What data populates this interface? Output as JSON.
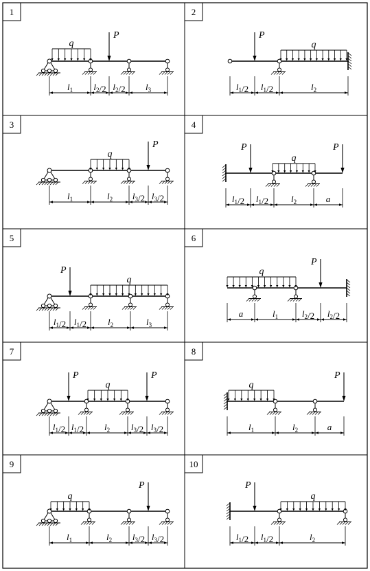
{
  "title": "",
  "cells": [
    {
      "number": "1",
      "load_q": "q",
      "load_P": "P",
      "dims": [
        {
          "parts": [
            {
              "t": "l",
              "i": true
            },
            {
              "t": "1",
              "sub": true
            }
          ]
        },
        {
          "parts": [
            {
              "t": "l",
              "i": true
            },
            {
              "t": "2",
              "sub": true
            },
            {
              "t": "/2"
            }
          ]
        },
        {
          "parts": [
            {
              "t": "l",
              "i": true
            },
            {
              "t": "2",
              "sub": true
            },
            {
              "t": "/2"
            }
          ]
        },
        {
          "parts": [
            {
              "t": "l",
              "i": true
            },
            {
              "t": "3",
              "sub": true
            }
          ]
        }
      ]
    },
    {
      "number": "2",
      "load_q": "q",
      "load_P": "P",
      "dims": [
        {
          "parts": [
            {
              "t": "l",
              "i": true
            },
            {
              "t": "1",
              "sub": true
            },
            {
              "t": "/2"
            }
          ]
        },
        {
          "parts": [
            {
              "t": "l",
              "i": true
            },
            {
              "t": "1",
              "sub": true
            },
            {
              "t": "/2"
            }
          ]
        },
        {
          "parts": [
            {
              "t": "l",
              "i": true
            },
            {
              "t": "2",
              "sub": true
            }
          ]
        }
      ]
    },
    {
      "number": "3",
      "load_q": "q",
      "load_P": "P",
      "dims": [
        {
          "parts": [
            {
              "t": "l",
              "i": true
            },
            {
              "t": "1",
              "sub": true
            }
          ]
        },
        {
          "parts": [
            {
              "t": "l",
              "i": true
            },
            {
              "t": "2",
              "sub": true
            }
          ]
        },
        {
          "parts": [
            {
              "t": "l",
              "i": true
            },
            {
              "t": "3",
              "sub": true
            },
            {
              "t": "/2"
            }
          ]
        },
        {
          "parts": [
            {
              "t": "l",
              "i": true
            },
            {
              "t": "3",
              "sub": true
            },
            {
              "t": "/2"
            }
          ]
        }
      ]
    },
    {
      "number": "4",
      "load_q": "q",
      "load_P": "P",
      "dims": [
        {
          "parts": [
            {
              "t": "l",
              "i": true
            },
            {
              "t": "1",
              "sub": true
            },
            {
              "t": "/2"
            }
          ]
        },
        {
          "parts": [
            {
              "t": "l",
              "i": true
            },
            {
              "t": "1",
              "sub": true
            },
            {
              "t": "/2"
            }
          ]
        },
        {
          "parts": [
            {
              "t": "l",
              "i": true
            },
            {
              "t": "2",
              "sub": true
            }
          ]
        },
        {
          "parts": [
            {
              "t": "a",
              "i": true
            }
          ]
        }
      ]
    },
    {
      "number": "5",
      "load_q": "q",
      "load_P": "P",
      "dims": [
        {
          "parts": [
            {
              "t": "l",
              "i": true
            },
            {
              "t": "1",
              "sub": true
            },
            {
              "t": "/2"
            }
          ]
        },
        {
          "parts": [
            {
              "t": "l",
              "i": true
            },
            {
              "t": "1",
              "sub": true
            },
            {
              "t": "/2"
            }
          ]
        },
        {
          "parts": [
            {
              "t": "l",
              "i": true
            },
            {
              "t": "2",
              "sub": true
            }
          ]
        },
        {
          "parts": [
            {
              "t": "l",
              "i": true
            },
            {
              "t": "3",
              "sub": true
            }
          ]
        }
      ]
    },
    {
      "number": "6",
      "load_q": "q",
      "load_P": "P",
      "dims": [
        {
          "parts": [
            {
              "t": "a",
              "i": true
            }
          ]
        },
        {
          "parts": [
            {
              "t": "l",
              "i": true
            },
            {
              "t": "1",
              "sub": true
            }
          ]
        },
        {
          "parts": [
            {
              "t": "l",
              "i": true
            },
            {
              "t": "2",
              "sub": true
            },
            {
              "t": "/2"
            }
          ]
        },
        {
          "parts": [
            {
              "t": "l",
              "i": true
            },
            {
              "t": "2",
              "sub": true
            },
            {
              "t": "/2"
            }
          ]
        }
      ]
    },
    {
      "number": "7",
      "load_q": "q",
      "load_P": "P",
      "dims": [
        {
          "parts": [
            {
              "t": "l",
              "i": true
            },
            {
              "t": "1",
              "sub": true
            },
            {
              "t": "/2"
            }
          ]
        },
        {
          "parts": [
            {
              "t": "l",
              "i": true
            },
            {
              "t": "1",
              "sub": true
            },
            {
              "t": "/2"
            }
          ]
        },
        {
          "parts": [
            {
              "t": "l",
              "i": true
            },
            {
              "t": "2",
              "sub": true
            }
          ]
        },
        {
          "parts": [
            {
              "t": "l",
              "i": true
            },
            {
              "t": "3",
              "sub": true
            },
            {
              "t": "/2"
            }
          ]
        },
        {
          "parts": [
            {
              "t": "l",
              "i": true
            },
            {
              "t": "3",
              "sub": true
            },
            {
              "t": "/2"
            }
          ]
        }
      ]
    },
    {
      "number": "8",
      "load_q": "q",
      "load_P": "P",
      "dims": [
        {
          "parts": [
            {
              "t": "l",
              "i": true
            },
            {
              "t": "1",
              "sub": true
            }
          ]
        },
        {
          "parts": [
            {
              "t": "l",
              "i": true
            },
            {
              "t": "2",
              "sub": true
            }
          ]
        },
        {
          "parts": [
            {
              "t": "a",
              "i": true
            }
          ]
        }
      ]
    },
    {
      "number": "9",
      "load_q": "q",
      "load_P": "P",
      "dims": [
        {
          "parts": [
            {
              "t": "l",
              "i": true
            },
            {
              "t": "1",
              "sub": true
            }
          ]
        },
        {
          "parts": [
            {
              "t": "l",
              "i": true
            },
            {
              "t": "2",
              "sub": true
            }
          ]
        },
        {
          "parts": [
            {
              "t": "l",
              "i": true
            },
            {
              "t": "3",
              "sub": true
            },
            {
              "t": "/2"
            }
          ]
        },
        {
          "parts": [
            {
              "t": "l",
              "i": true
            },
            {
              "t": "3",
              "sub": true
            },
            {
              "t": "/2"
            }
          ]
        }
      ]
    },
    {
      "number": "10",
      "load_q": "q",
      "load_P": "P",
      "dims": [
        {
          "parts": [
            {
              "t": "l",
              "i": true
            },
            {
              "t": "1",
              "sub": true
            },
            {
              "t": "/2"
            }
          ]
        },
        {
          "parts": [
            {
              "t": "l",
              "i": true
            },
            {
              "t": "1",
              "sub": true
            },
            {
              "t": "/2"
            }
          ]
        },
        {
          "parts": [
            {
              "t": "l",
              "i": true
            },
            {
              "t": "2",
              "sub": true
            }
          ]
        }
      ]
    }
  ]
}
